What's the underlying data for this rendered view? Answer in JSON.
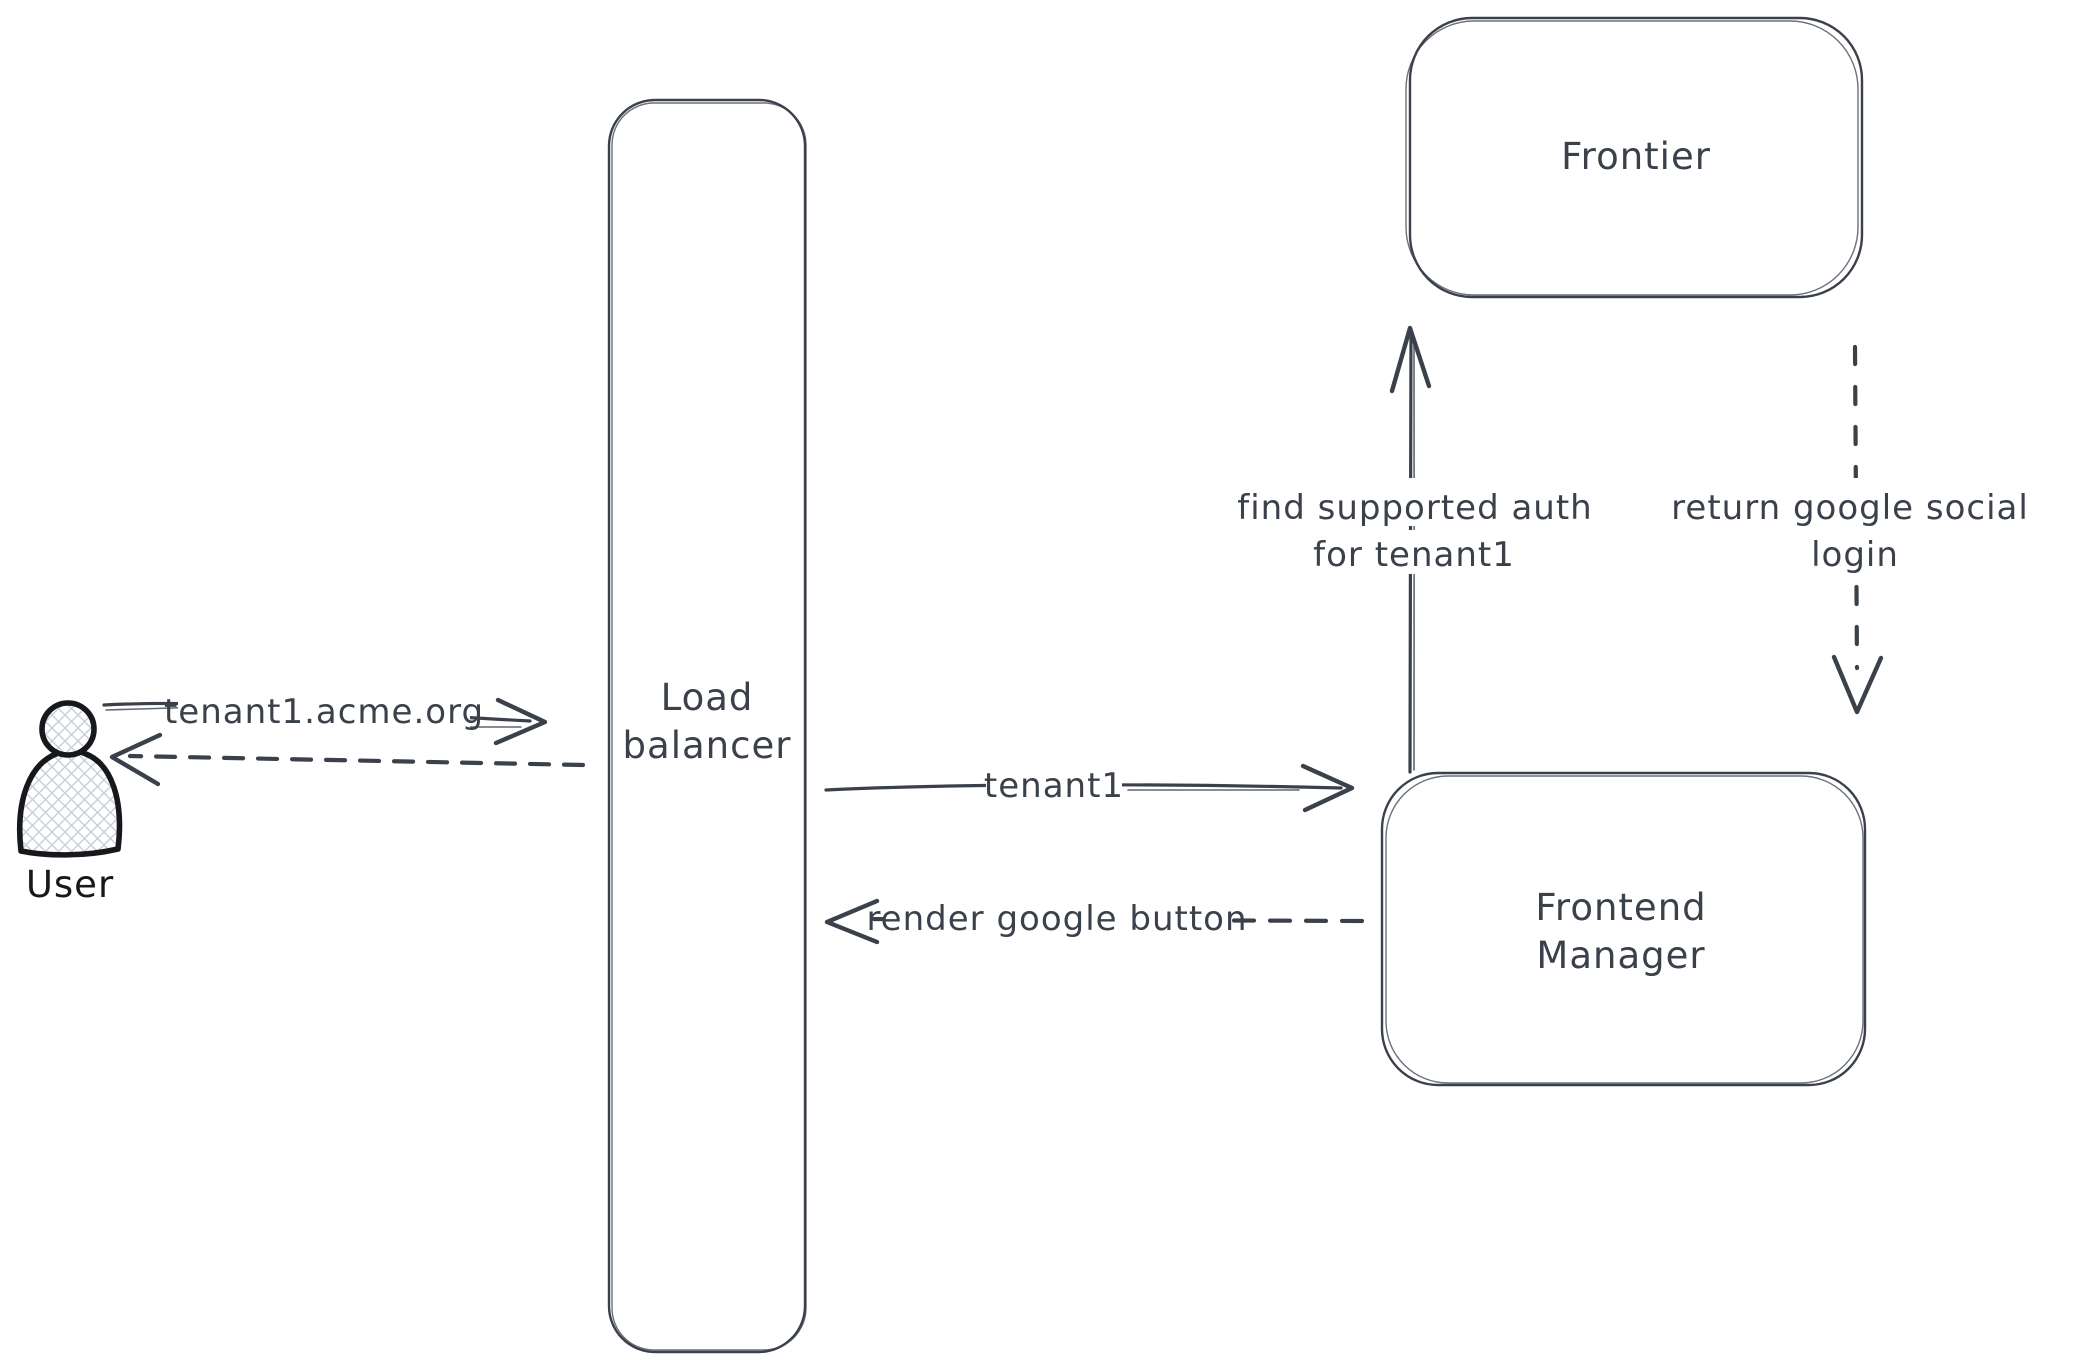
{
  "canvas": {
    "background": "#ffffff",
    "stroke_color": "#3b414b",
    "actor_color": "#17181c",
    "hatch_color": "#c7ced8"
  },
  "nodes": {
    "user": {
      "type": "actor",
      "label": "User"
    },
    "load_balancer": {
      "type": "box",
      "label_lines": [
        "Load",
        "balancer"
      ]
    },
    "frontier": {
      "type": "box",
      "label": "Frontier"
    },
    "frontend_manager": {
      "type": "box",
      "label_lines": [
        "Frontend",
        "Manager"
      ]
    }
  },
  "edges": {
    "user_to_load_balancer": {
      "from": "user",
      "to": "load_balancer",
      "line": "solid",
      "label": "tenant1.acme.org"
    },
    "load_balancer_to_user": {
      "from": "load_balancer",
      "to": "user",
      "line": "dashed"
    },
    "load_balancer_to_frontend_manager": {
      "from": "load_balancer",
      "to": "frontend_manager",
      "line": "solid",
      "label": "tenant1"
    },
    "frontend_manager_to_load_balancer": {
      "from": "frontend_manager",
      "to": "load_balancer",
      "line": "dashed",
      "label": "render google button"
    },
    "frontend_manager_to_frontier": {
      "from": "frontend_manager",
      "to": "frontier",
      "line": "solid",
      "label_lines": [
        "find supported auth",
        "for tenant1"
      ]
    },
    "frontier_to_frontend_manager": {
      "from": "frontier",
      "to": "frontend_manager",
      "line": "dashed",
      "label_lines": [
        "return google social",
        "login"
      ]
    }
  }
}
